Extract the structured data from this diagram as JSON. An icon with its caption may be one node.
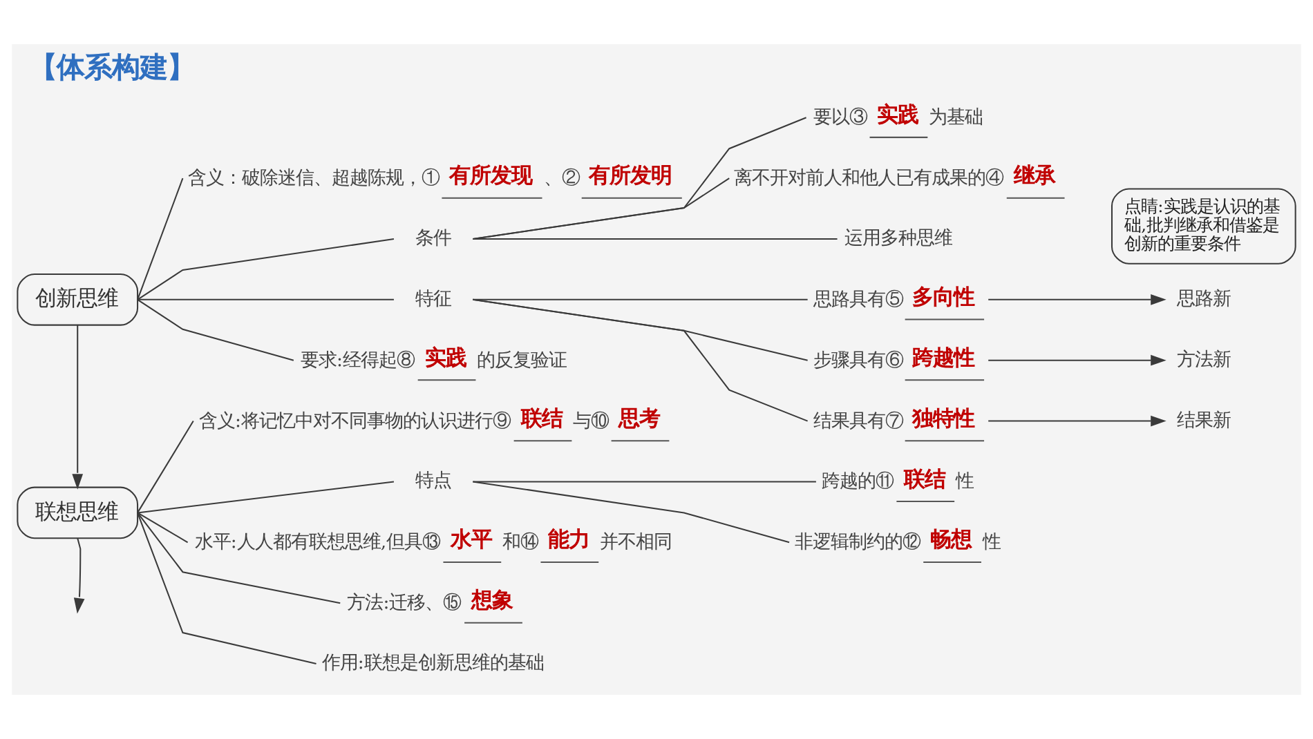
{
  "diagram": {
    "title": "【体系构建】",
    "nodes": [
      {
        "text": [
          "创新思维"
        ]
      },
      {
        "text": [
          "含义：破除迷信、超越陈规，①**有所发现**、②**有所发明**"
        ]
      },
      {
        "text": [
          "条件"
        ]
      },
      {
        "text": [
          "要以③**实践**为基础"
        ]
      },
      {
        "text": [
          "离不开对前人和他人已有成果的④**继承**"
        ]
      },
      {
        "text": [
          "运用多种思维"
        ]
      },
      {
        "text": [
          "点睛:实践是认识的基础,批判继承和借鉴是创新的重要条件"
        ]
      },
      {
        "text": [
          "特征"
        ]
      },
      {
        "text": [
          "思路具有⑤**多向性**"
        ]
      },
      {
        "text": [
          "思路新"
        ]
      },
      {
        "text": [
          "步骤具有⑥**跨越性**"
        ]
      },
      {
        "text": [
          "方法新"
        ]
      },
      {
        "text": [
          "结果具有⑦**独特性**"
        ]
      },
      {
        "text": [
          "结果新"
        ]
      },
      {
        "text": [
          "要求:经得起⑧**实践**的反复验证"
        ]
      },
      {
        "text": [
          "联想思维"
        ]
      },
      {
        "text": [
          "含义:将记忆中对不同事物的认识进行⑨**联结**与⑩**思考**"
        ]
      },
      {
        "text": [
          "特点"
        ]
      },
      {
        "text": [
          "跨越的⑪**联结**性"
        ]
      },
      {
        "text": [
          "非逻辑制约的⑫**畅想**性"
        ]
      },
      {
        "text": [
          "水平:人人都有联想思维,但具⑬**水平**和⑭**能力**并不相同"
        ]
      },
      {
        "text": [
          "方法:迁移、⑮**想象**"
        ]
      },
      {
        "text": [
          "作用:联想是创新思维的基础"
        ]
      }
    ],
    "edges": [
      {
        "from": 0,
        "to": 1,
        "arrow": "none"
      },
      {
        "from": 0,
        "to": 2,
        "arrow": "none"
      },
      {
        "from": 2,
        "to": 3,
        "arrow": "none"
      },
      {
        "from": 2,
        "to": 4,
        "arrow": "none"
      },
      {
        "from": 2,
        "to": 5,
        "arrow": "none"
      },
      {
        "from": 0,
        "to": 7,
        "arrow": "none"
      },
      {
        "from": 7,
        "to": 8,
        "arrow": "none"
      },
      {
        "from": 7,
        "to": 10,
        "arrow": "none"
      },
      {
        "from": 7,
        "to": 12,
        "arrow": "none"
      },
      {
        "from": 8,
        "to": 9,
        "arrow": "to"
      },
      {
        "from": 10,
        "to": 11,
        "arrow": "to"
      },
      {
        "from": 12,
        "to": 13,
        "arrow": "to"
      },
      {
        "from": 0,
        "to": 14,
        "arrow": "none"
      },
      {
        "from": 0,
        "to": 15,
        "arrow": "to"
      },
      {
        "from": 15,
        "to": 16,
        "arrow": "none"
      },
      {
        "from": 15,
        "to": 17,
        "arrow": "none"
      },
      {
        "from": 17,
        "to": 18,
        "arrow": "none"
      },
      {
        "from": 17,
        "to": 19,
        "arrow": "none"
      },
      {
        "from": 15,
        "to": 20,
        "arrow": "none"
      },
      {
        "from": 15,
        "to": 21,
        "arrow": "none"
      },
      {
        "from": 15,
        "to": 22,
        "arrow": "none"
      },
      {
        "from": 15,
        "to": null,
        "arrow": "to"
      }
    ]
  }
}
